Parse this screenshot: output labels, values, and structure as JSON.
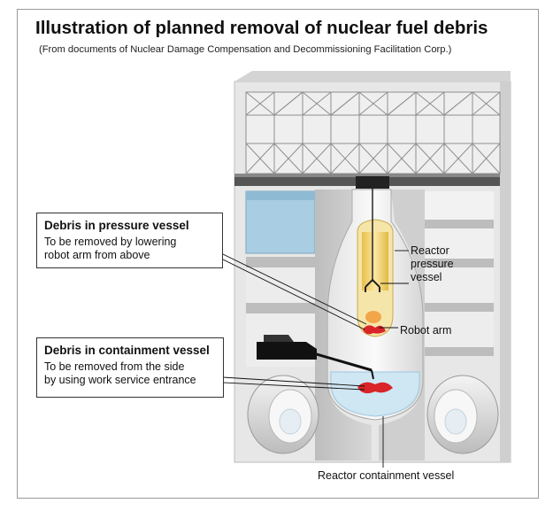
{
  "title": "Illustration of planned removal of nuclear fuel debris",
  "subtitle": "(From documents of Nuclear Damage Compensation and Decommissioning Facilitation Corp.)",
  "callouts": {
    "pressure": {
      "heading": "Debris in pressure vessel",
      "line1": "To be removed by lowering",
      "line2": "robot arm from above"
    },
    "containment": {
      "heading": "Debris in containment vessel",
      "line1": "To be removed from the side",
      "line2": "by using work service entrance"
    }
  },
  "labels": {
    "reactor_pressure_vessel_1": "Reactor",
    "reactor_pressure_vessel_2": "pressure",
    "reactor_pressure_vessel_3": "vessel",
    "robot_arm": "Robot arm",
    "reactor_containment_vessel": "Reactor containment vessel"
  },
  "colors": {
    "building_gray": "#c9c9c9",
    "wall_light": "#eeeeee",
    "blue_room": "#a9cde3",
    "water": "#cfe6f3",
    "fuel_yellow": "#f3d56a",
    "debris_red": "#d9242a"
  }
}
